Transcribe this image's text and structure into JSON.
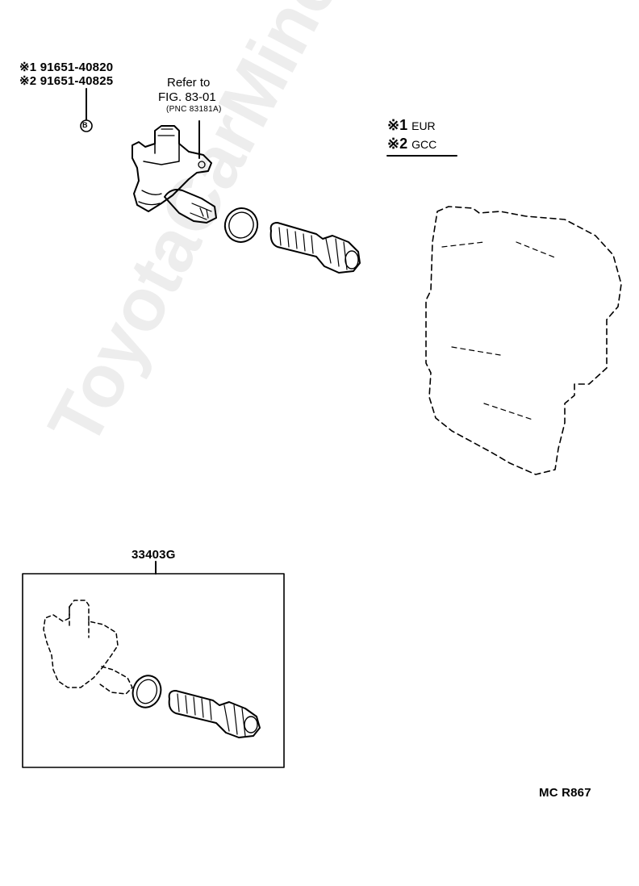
{
  "parts": {
    "line1": {
      "mark": "※1",
      "number": "91651-40820"
    },
    "line2": {
      "mark": "※2",
      "number": "91651-40825"
    },
    "bolt_marker": "B"
  },
  "reference": {
    "line1": "Refer to",
    "line2": "FIG. 83-01",
    "line3": "(PNC 83181A)"
  },
  "legend": {
    "row1": {
      "mark": "※1",
      "code": "EUR"
    },
    "row2": {
      "mark": "※2",
      "code": "GCC"
    }
  },
  "assembly": {
    "part_number": "33403G"
  },
  "footer": {
    "diagram_code": "MC R867"
  },
  "watermark": "ToyotaCarMine.ru"
}
